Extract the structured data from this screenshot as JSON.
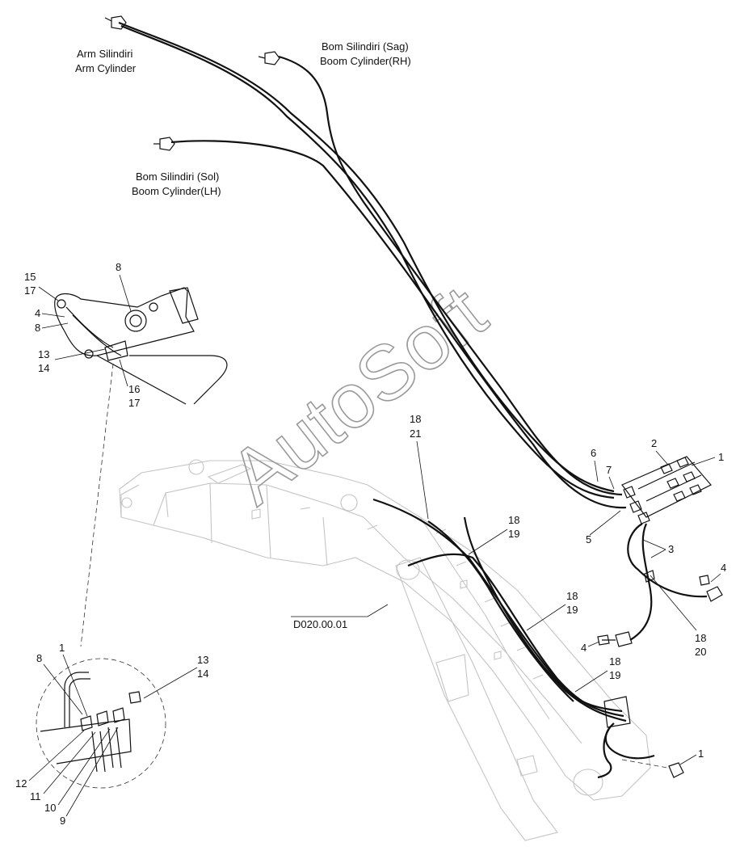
{
  "labels": {
    "arm_cylinder_tr": "Arm Silindiri",
    "arm_cylinder_en": "Arm Cylinder",
    "boom_rh_tr": "Bom Silindiri (Sag)",
    "boom_rh_en": "Boom Cylinder(RH)",
    "boom_lh_tr": "Bom Silindiri (Sol)",
    "boom_lh_en": "Boom Cylinder(LH)",
    "reference": "D020.00.01"
  },
  "watermark": "AutoSoft",
  "callouts": {
    "c15": "15",
    "c17a": "17",
    "c8a": "8",
    "c4a": "4",
    "c8b": "8",
    "c13a": "13",
    "c14a": "14",
    "c16": "16",
    "c17b": "17",
    "c18a": "18",
    "c21": "21",
    "c6": "6",
    "c7": "7",
    "c5": "5",
    "c2": "2",
    "c1a": "1",
    "c3": "3",
    "c4b": "4",
    "c18b": "18",
    "c20": "20",
    "c4c": "4",
    "c18c": "18",
    "c19a": "19",
    "c18d": "18",
    "c19b": "19",
    "c18e": "18",
    "c19c": "19",
    "c1b": "1",
    "c1c": "1",
    "c8c": "8",
    "c13b": "13",
    "c14b": "14",
    "c12": "12",
    "c11": "11",
    "c10": "10",
    "c9": "9"
  }
}
